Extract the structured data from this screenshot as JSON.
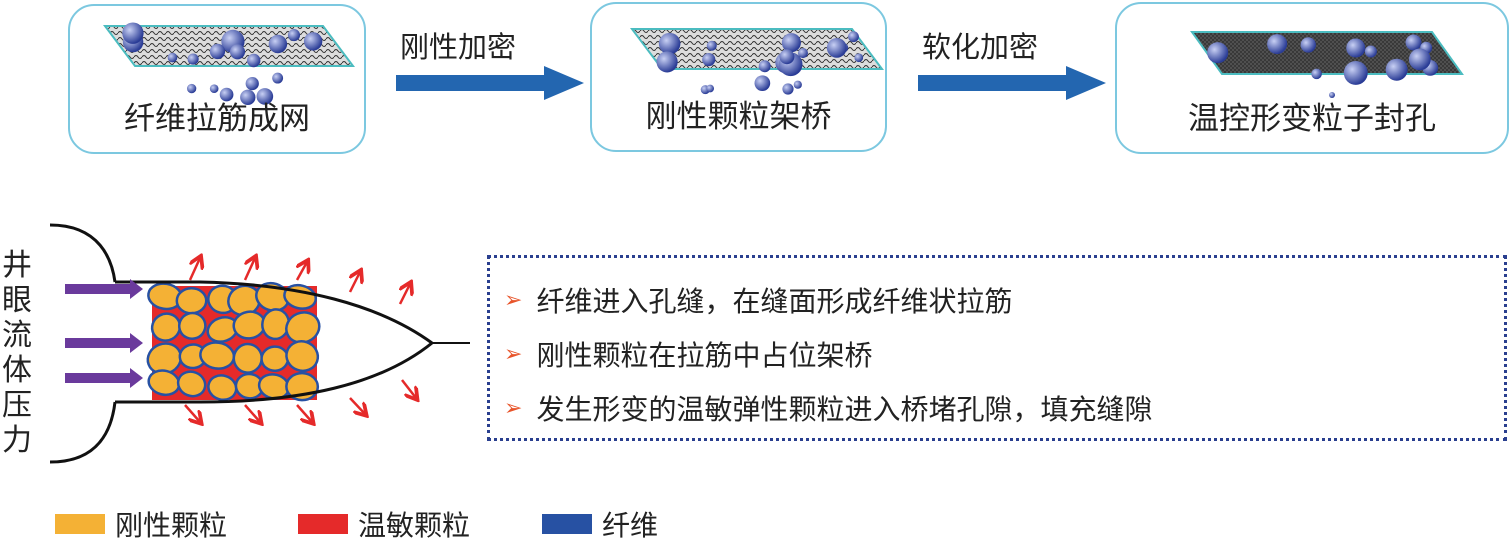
{
  "steps": [
    {
      "caption": "纤维拉筋成网"
    },
    {
      "caption": "刚性颗粒架桥"
    },
    {
      "caption": "温控形变粒子封孔"
    }
  ],
  "transitions": [
    "刚性加密",
    "软化加密"
  ],
  "side_label": "井眼流体压力",
  "bullets": [
    "纤维进入孔缝，在缝面形成纤维状拉筋",
    "刚性颗粒在拉筋中占位架桥",
    "发生形变的温敏弹性颗粒进入桥堵孔隙，填充缝隙"
  ],
  "legend": [
    {
      "label": "刚性颗粒",
      "color": "#f4b135"
    },
    {
      "label": "温敏颗粒",
      "color": "#e52a2a"
    },
    {
      "label": "纤维",
      "color": "#2751a3"
    }
  ],
  "colors": {
    "box_border": "#7cc8e0",
    "arrow": "#2366b0",
    "pressure_arrow": "#6a3a9c",
    "bullet": "#e8542a"
  }
}
